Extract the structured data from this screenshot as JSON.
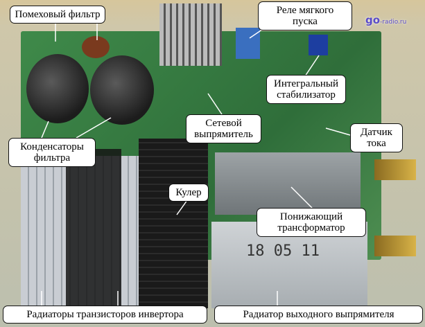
{
  "labels": {
    "noise_filter": "Помеховый фильтр",
    "soft_start_relay": "Реле мягкого пуска",
    "voltage_regulator": "Интегральный стабилизатор",
    "mains_rectifier": "Сетевой выпрямитель",
    "current_sensor": "Датчик тока",
    "filter_capacitors": "Конденсаторы фильтра",
    "cooler": "Кулер",
    "stepdown_transformer": "Понижающий трансформатор",
    "inverter_heatsinks": "Радиаторы транзисторов инвертора",
    "output_rectifier_heatsink": "Радиатор выходного выпрямителя"
  },
  "logo": {
    "main": "go",
    "suffix": "-radio.ru"
  },
  "photo_text": {
    "heatsink_marking": "18 05 11"
  }
}
